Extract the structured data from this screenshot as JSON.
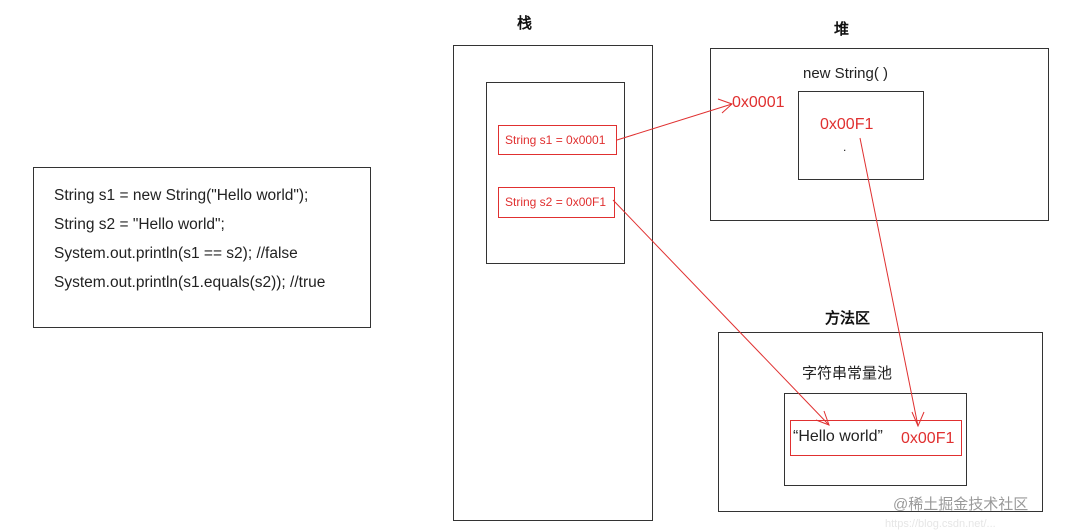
{
  "code": {
    "lines": [
      "String s1 = new String(\"Hello world\");",
      "String s2 = \"Hello world\";",
      "System.out.println(s1 == s2);  //false",
      "System.out.println(s1.equals(s2)); //true"
    ]
  },
  "stack": {
    "title": "栈",
    "s1_label": "String  s1 = 0x0001",
    "s2_label": "String s2 = 0x00F1"
  },
  "heap": {
    "title": "堆",
    "object_label": "new String( )",
    "address_label": "0x0001",
    "inner_address": "0x00F1",
    "inner_dot": "."
  },
  "method_area": {
    "title": "方法区",
    "pool_label": "字符串常量池",
    "literal": "“Hello world”",
    "literal_address": "0x00F1"
  },
  "watermark": {
    "text": "@稀土掘金技术社区",
    "faint_url": "https://blog.csdn.net/..."
  },
  "colors": {
    "arrow": "#e03030",
    "border": "#333333"
  }
}
